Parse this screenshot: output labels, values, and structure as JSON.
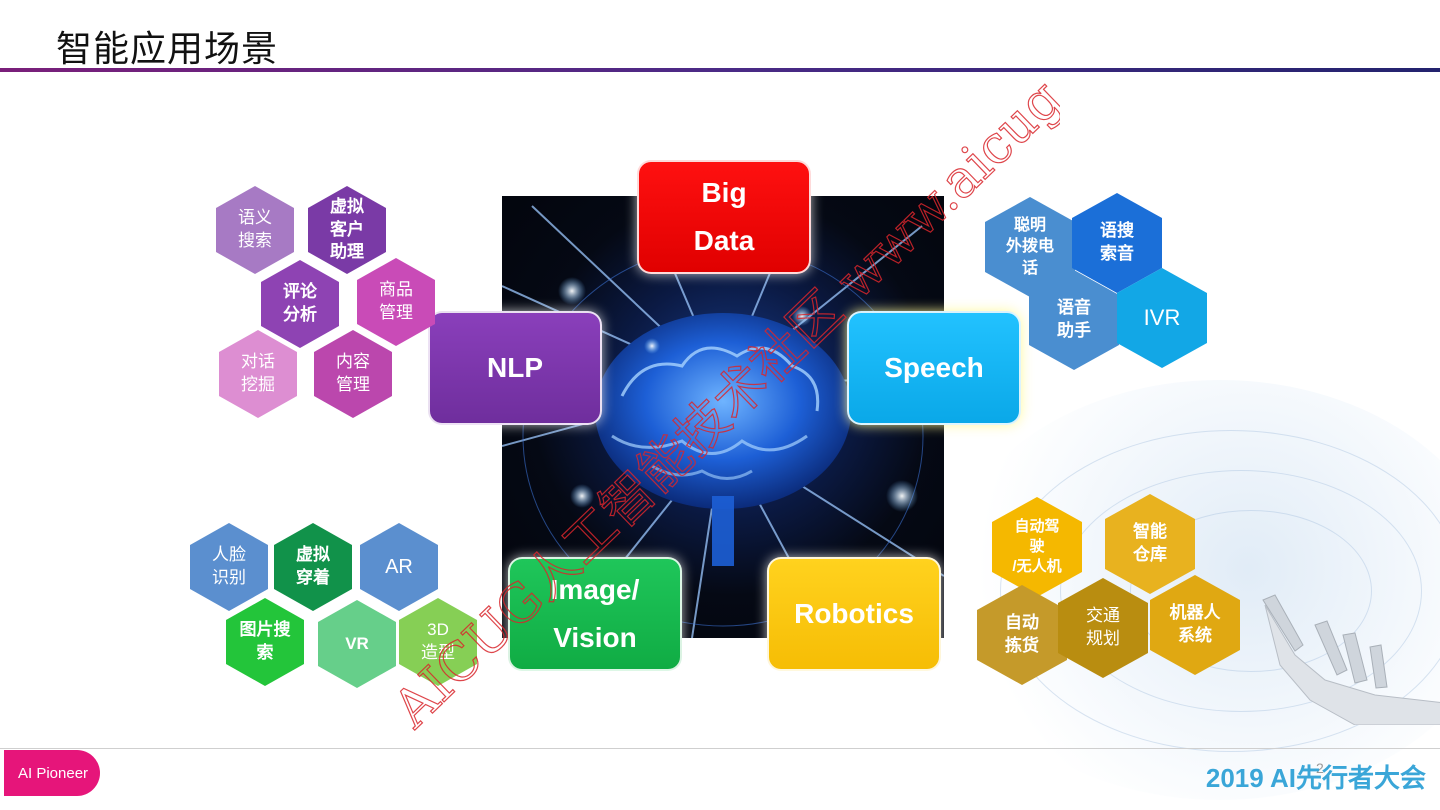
{
  "title": "智能应用场景",
  "hub_boxes": {
    "big_data": "Big\nData",
    "nlp": "NLP",
    "speech": "Speech",
    "image_vision": "Image/\nVision",
    "robotics": "Robotics"
  },
  "nlp_hexes": [
    "语义\n搜索",
    "虚拟\n客户\n助理",
    "评论\n分析",
    "商品\n管理",
    "对话\n挖掘",
    "内容\n管理"
  ],
  "speech_hexes": [
    "聪明\n外拨电\n话",
    "语搜\n索音",
    "语音\n助手",
    "IVR"
  ],
  "vision_hexes": [
    "人脸\n识别",
    "虚拟\n穿着",
    "AR",
    "图片搜\n索",
    "VR",
    "3D\n造型"
  ],
  "robotics_hexes": [
    "自动驾\n驶\n/无人机",
    "智能\n仓库",
    "自动\n拣货",
    "交通\n规划",
    "机器人\n系统"
  ],
  "colors": {
    "nlp": "#7a35a8",
    "speech": "#12b5ef",
    "big_data": "#ee0000",
    "image_vision": "#16b94b",
    "robotics": "#fbc70f",
    "accent": "#e6157a",
    "watermark": "#d9262c"
  },
  "watermark": "AICUG人工智能技术社区 www.aicug.cn",
  "footer": {
    "badge": "AI Pioneer",
    "page": "2",
    "conference": "2019 AI先行者大会"
  }
}
